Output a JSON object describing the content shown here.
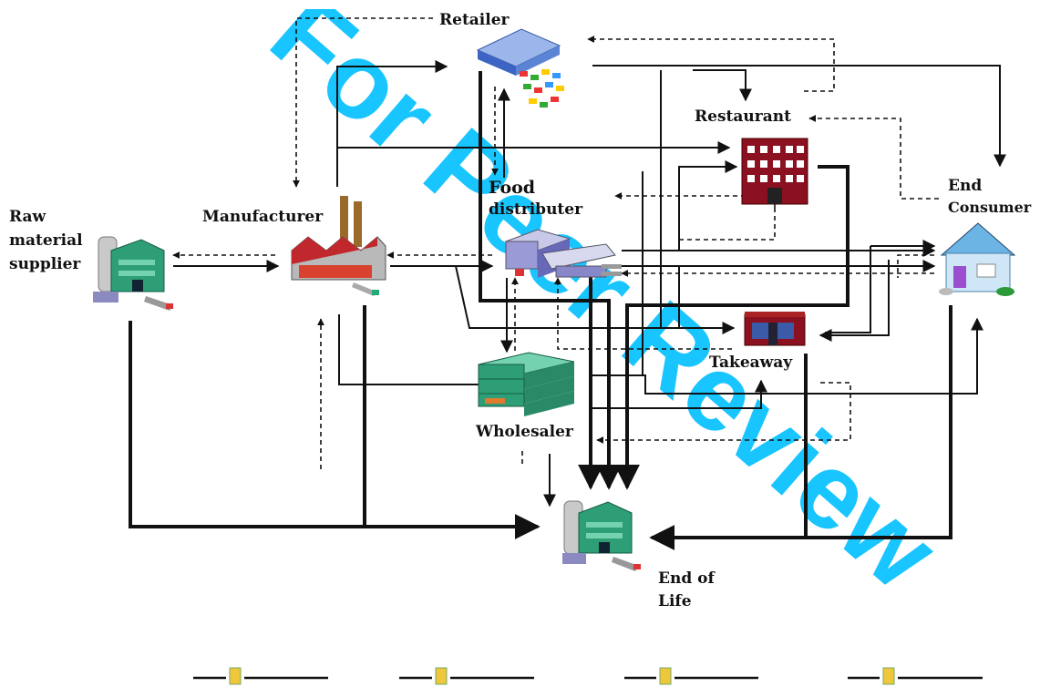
{
  "watermark": "For Peer Review",
  "nodes": {
    "retailer": "Retailer",
    "restaurant": "Restaurant",
    "end_consumer_line1": "End",
    "end_consumer_line2": "Consumer",
    "raw_line1": "Raw",
    "raw_line2": "material",
    "raw_line3": "supplier",
    "manufacturer": "Manufacturer",
    "food_line1": "Food",
    "food_line2": "distributer",
    "takeaway": "Takeaway",
    "wholesaler": "Wholesaler",
    "eol_line1": "End of",
    "eol_line2": "Life"
  },
  "colors": {
    "watermark": "#00bfff",
    "arrow": "#111111",
    "building_green": "#2e9e77",
    "factory_red": "#c0282d",
    "restaurant_maroon": "#8b1020"
  }
}
